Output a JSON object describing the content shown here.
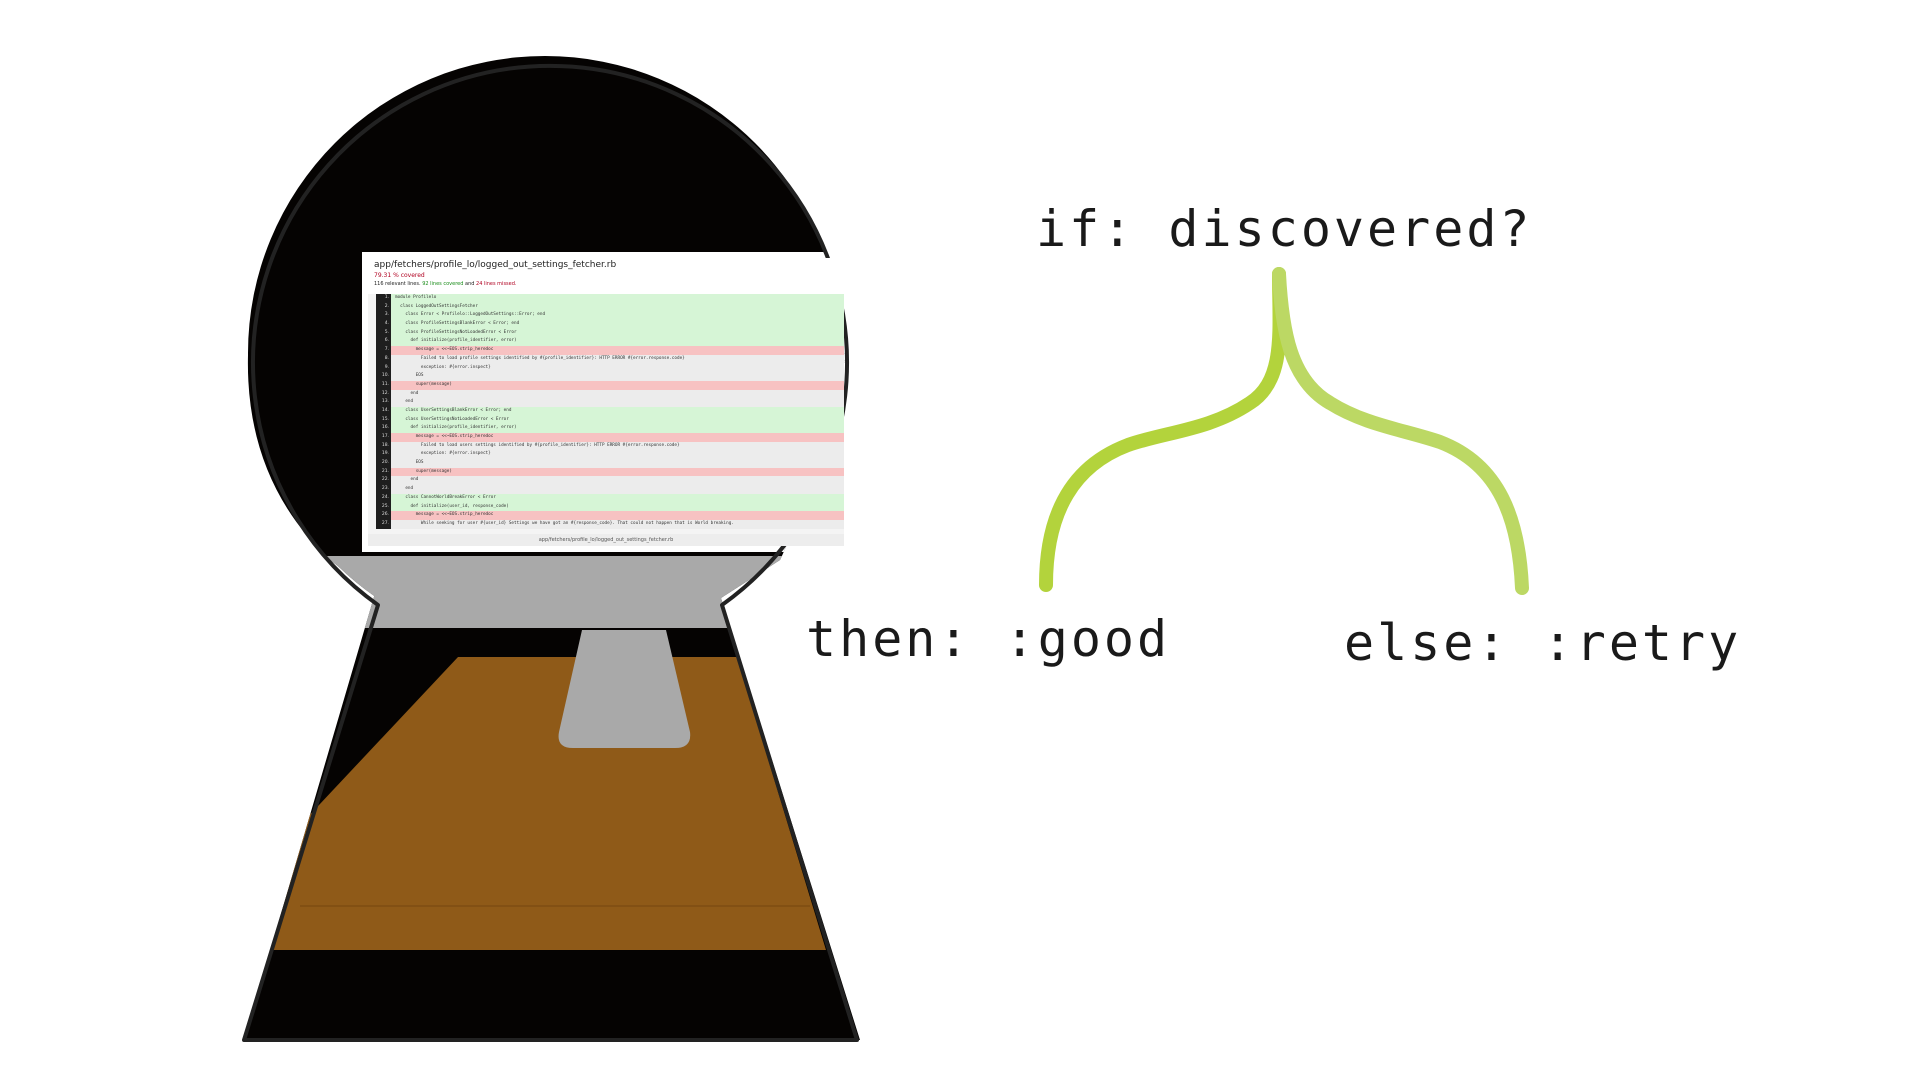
{
  "diagram": {
    "condition_label": "if: discovered?",
    "then_label": "then: :good",
    "else_label": "else: :retry",
    "branch_color": "#b6d544"
  },
  "report": {
    "file_path": "app/fetchers/profile_lo/logged_out_settings_fetcher.rb",
    "coverage_pct": "79.31 % covered",
    "summary_lines": "116 relevant lines.",
    "summary_covered": "92 lines covered",
    "summary_and": "and",
    "summary_missed": "24 lines missed.",
    "footer_path": "app/fetchers/profile_lo/logged_out_settings_fetcher.rb",
    "lines": [
      {
        "n": "1.",
        "status": "covered",
        "text": "module Profilelo"
      },
      {
        "n": "2.",
        "status": "covered",
        "text": "  class LoggedOutSettingsFetcher"
      },
      {
        "n": "3.",
        "status": "covered",
        "text": "    class Error < Profilelo::LoggedOutSettings::Error; end"
      },
      {
        "n": "4.",
        "status": "covered",
        "text": "    class ProfileSettingsBlankError < Error; end"
      },
      {
        "n": "5.",
        "status": "covered",
        "text": "    class ProfileSettingsNotLoadedError < Error"
      },
      {
        "n": "6.",
        "status": "covered",
        "text": "      def initialize(profile_identifier, error)"
      },
      {
        "n": "7.",
        "status": "missed",
        "text": "        message = <<~EOS.strip_heredoc"
      },
      {
        "n": "8.",
        "status": "never",
        "text": "          Failed to load profile settings identified by #{profile_identifier}: HTTP ERROR #{error.response.code}"
      },
      {
        "n": "9.",
        "status": "never",
        "text": "          exception: #{error.inspect}"
      },
      {
        "n": "10.",
        "status": "never",
        "text": "        EOS"
      },
      {
        "n": "11.",
        "status": "missed",
        "text": "        super(message)"
      },
      {
        "n": "12.",
        "status": "never",
        "text": "      end"
      },
      {
        "n": "13.",
        "status": "never",
        "text": "    end"
      },
      {
        "n": "14.",
        "status": "covered",
        "text": "    class UserSettingsBlankError < Error; end"
      },
      {
        "n": "15.",
        "status": "covered",
        "text": "    class UserSettingsNotLoadedError < Error"
      },
      {
        "n": "16.",
        "status": "covered",
        "text": "      def initialize(profile_identifier, error)"
      },
      {
        "n": "17.",
        "status": "missed",
        "text": "        message = <<~EOS.strip_heredoc"
      },
      {
        "n": "18.",
        "status": "never",
        "text": "          Failed to load users settings identified by #{profile_identifier}: HTTP ERROR #{error.response.code}"
      },
      {
        "n": "19.",
        "status": "never",
        "text": "          exception: #{error.inspect}"
      },
      {
        "n": "20.",
        "status": "never",
        "text": "        EOS"
      },
      {
        "n": "21.",
        "status": "missed",
        "text": "        super(message)"
      },
      {
        "n": "22.",
        "status": "never",
        "text": "      end"
      },
      {
        "n": "23.",
        "status": "never",
        "text": "    end"
      },
      {
        "n": "24.",
        "status": "covered",
        "text": "    class CannotWorldBreakError < Error"
      },
      {
        "n": "25.",
        "status": "covered",
        "text": "      def initialize(user_id, response_code)"
      },
      {
        "n": "26.",
        "status": "missed",
        "text": "        message = <<~EOS.strip_heredoc"
      },
      {
        "n": "27.",
        "status": "never",
        "text": "          While seeking for user #{user_id} Settings we have got an #{response_code}. That could not happen that is World breaking."
      }
    ]
  }
}
